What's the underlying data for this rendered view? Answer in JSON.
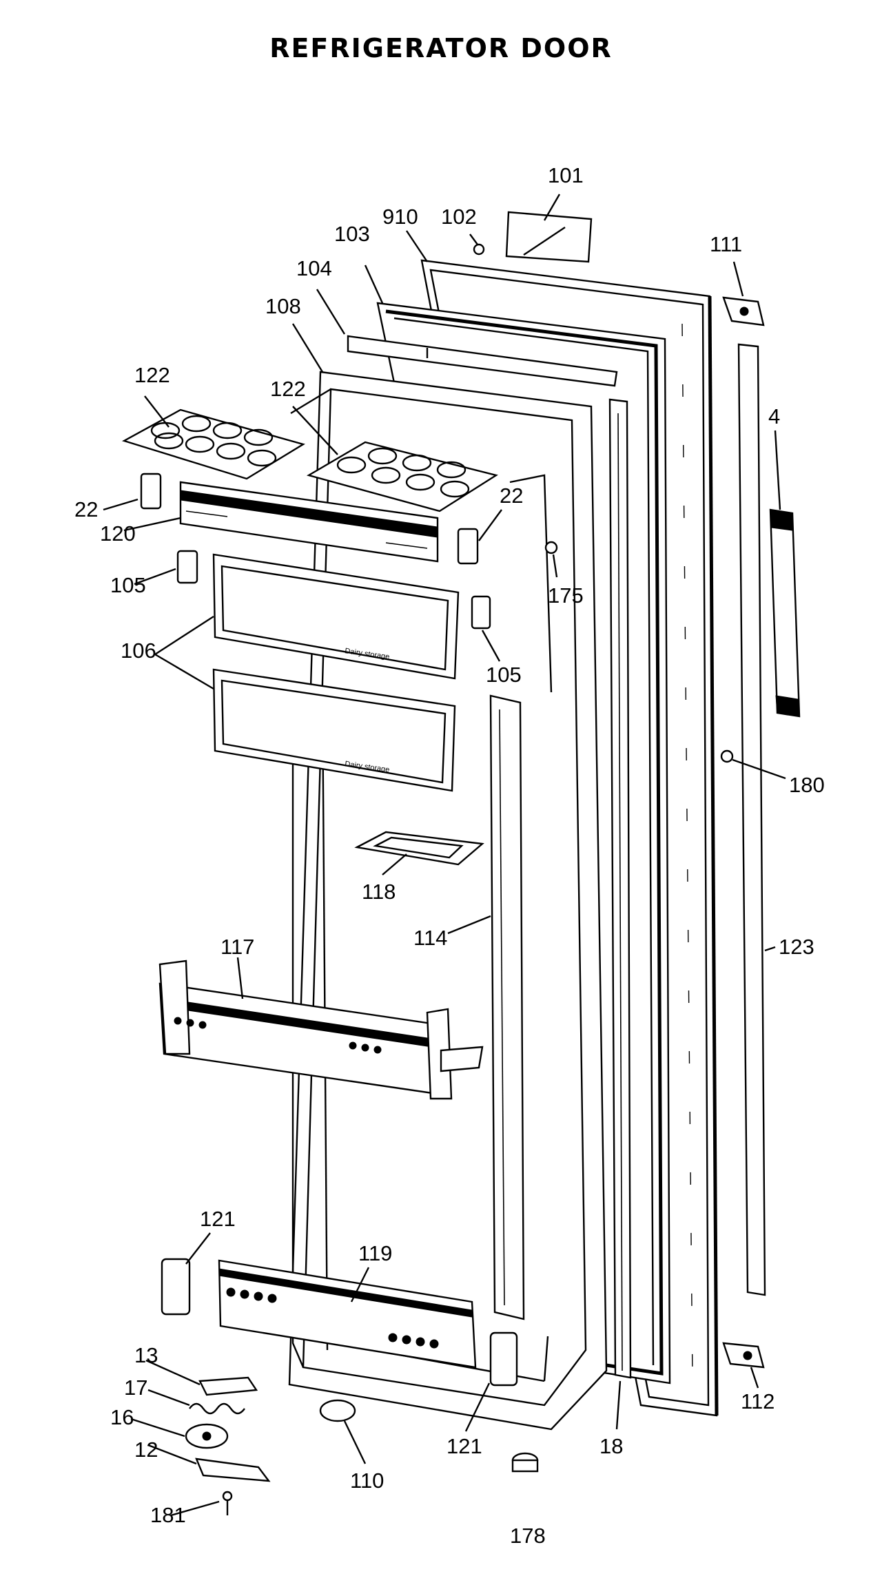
{
  "title": "REFRIGERATOR DOOR",
  "parts": {
    "p101": "101",
    "p102": "102",
    "p910": "910",
    "p103": "103",
    "p104": "104",
    "p108": "108",
    "p122a": "122",
    "p122b": "122",
    "p111": "111",
    "p4": "4",
    "p22a": "22",
    "p22b": "22",
    "p120": "120",
    "p105a": "105",
    "p105b": "105",
    "p175": "175",
    "p106": "106",
    "p180": "180",
    "p118": "118",
    "p114": "114",
    "p117": "117",
    "p123": "123",
    "p121a": "121",
    "p121b": "121",
    "p119": "119",
    "p13": "13",
    "p17": "17",
    "p16": "16",
    "p12": "12",
    "p181": "181",
    "p110": "110",
    "p178": "178",
    "p18": "18",
    "p112": "112"
  },
  "labels_on_parts": {
    "bin_upper": "Dairy storage",
    "bin_lower": "Dairy storage"
  }
}
